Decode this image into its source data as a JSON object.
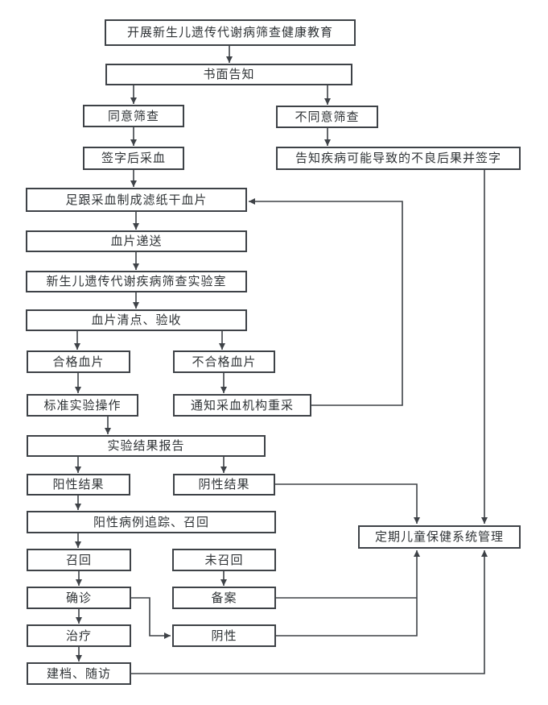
{
  "diagram": {
    "type": "flowchart",
    "language": "zh-CN",
    "topic_visible_text_only": true
  },
  "colors": {
    "background": "#ffffff",
    "box_fill": "#ffffff",
    "box_border": "#3e4247",
    "line": "#3e4247",
    "text": "#2f3336"
  },
  "nodes": {
    "education": {
      "label": "开展新生儿遗传代谢病筛查健康教育"
    },
    "written_notice": {
      "label": "书面告知"
    },
    "agree": {
      "label": "同意筛查"
    },
    "disagree": {
      "label": "不同意筛查"
    },
    "sign_collect": {
      "label": "签字后采血"
    },
    "inform_consequences": {
      "label": "告知疾病可能导致的不良后果并签字"
    },
    "heel_blood": {
      "label": "足跟采血制成滤纸干血片"
    },
    "delivery": {
      "label": "血片递送"
    },
    "lab": {
      "label": "新生儿遗传代谢疾病筛查实验室"
    },
    "check_accept": {
      "label": "血片清点、验收"
    },
    "qualified": {
      "label": "合格血片"
    },
    "unqualified": {
      "label": "不合格血片"
    },
    "standard_op": {
      "label": "标准实验操作"
    },
    "notify_recollect": {
      "label": "通知采血机构重采"
    },
    "result_report": {
      "label": "实验结果报告"
    },
    "positive_result": {
      "label": "阳性结果"
    },
    "negative_result": {
      "label": "阴性结果"
    },
    "tracking_recall": {
      "label": "阳性病例追踪、召回"
    },
    "recall": {
      "label": "召回"
    },
    "not_recalled": {
      "label": "未召回"
    },
    "confirmed": {
      "label": "确诊"
    },
    "filing": {
      "label": "备案"
    },
    "treatment": {
      "label": "治疗"
    },
    "negative": {
      "label": "阴性"
    },
    "archive_followup": {
      "label": "建档、随访"
    },
    "child_healthcare": {
      "label": "定期儿童保健系统管理"
    }
  },
  "edges": [
    {
      "from": "education",
      "to": "written_notice"
    },
    {
      "from": "written_notice",
      "to": "agree"
    },
    {
      "from": "written_notice",
      "to": "disagree"
    },
    {
      "from": "agree",
      "to": "sign_collect"
    },
    {
      "from": "disagree",
      "to": "inform_consequences"
    },
    {
      "from": "sign_collect",
      "to": "heel_blood"
    },
    {
      "from": "heel_blood",
      "to": "delivery"
    },
    {
      "from": "delivery",
      "to": "lab"
    },
    {
      "from": "lab",
      "to": "check_accept"
    },
    {
      "from": "check_accept",
      "to": "qualified"
    },
    {
      "from": "check_accept",
      "to": "unqualified"
    },
    {
      "from": "qualified",
      "to": "standard_op"
    },
    {
      "from": "unqualified",
      "to": "notify_recollect"
    },
    {
      "from": "notify_recollect",
      "to": "heel_blood"
    },
    {
      "from": "standard_op",
      "to": "result_report"
    },
    {
      "from": "result_report",
      "to": "positive_result"
    },
    {
      "from": "result_report",
      "to": "negative_result"
    },
    {
      "from": "positive_result",
      "to": "tracking_recall"
    },
    {
      "from": "tracking_recall",
      "to": "recall"
    },
    {
      "from": "recall",
      "to": "confirmed"
    },
    {
      "from": "not_recalled",
      "to": "filing"
    },
    {
      "from": "confirmed",
      "to": "treatment"
    },
    {
      "from": "confirmed",
      "to": "negative"
    },
    {
      "from": "treatment",
      "to": "archive_followup"
    },
    {
      "from": "negative_result",
      "to": "child_healthcare"
    },
    {
      "from": "inform_consequences",
      "to": "child_healthcare"
    },
    {
      "from": "filing",
      "to": "child_healthcare"
    },
    {
      "from": "negative",
      "to": "child_healthcare"
    },
    {
      "from": "archive_followup",
      "to": "child_healthcare"
    }
  ]
}
